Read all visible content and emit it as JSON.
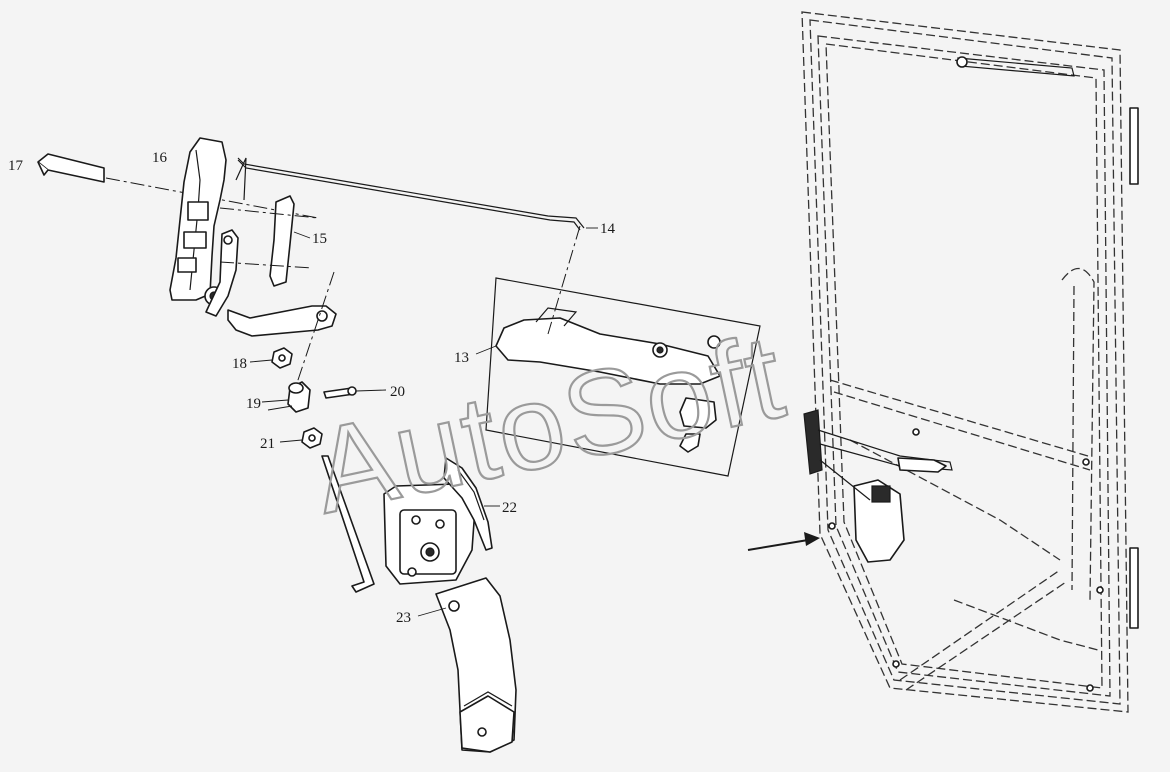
{
  "watermark": {
    "text": "AutoSoft"
  },
  "callouts": [
    {
      "id": "label-13",
      "text": "13"
    },
    {
      "id": "label-14",
      "text": "14"
    },
    {
      "id": "label-15",
      "text": "15"
    },
    {
      "id": "label-16",
      "text": "16"
    },
    {
      "id": "label-17",
      "text": "17"
    },
    {
      "id": "label-18",
      "text": "18"
    },
    {
      "id": "label-19",
      "text": "19"
    },
    {
      "id": "label-20",
      "text": "20"
    },
    {
      "id": "label-21",
      "text": "21"
    },
    {
      "id": "label-22",
      "text": "22"
    },
    {
      "id": "label-23",
      "text": "23"
    }
  ],
  "colors": {
    "line": "#1a1a1a",
    "background": "#f4f4f4",
    "watermark": "#9a9a9a"
  }
}
